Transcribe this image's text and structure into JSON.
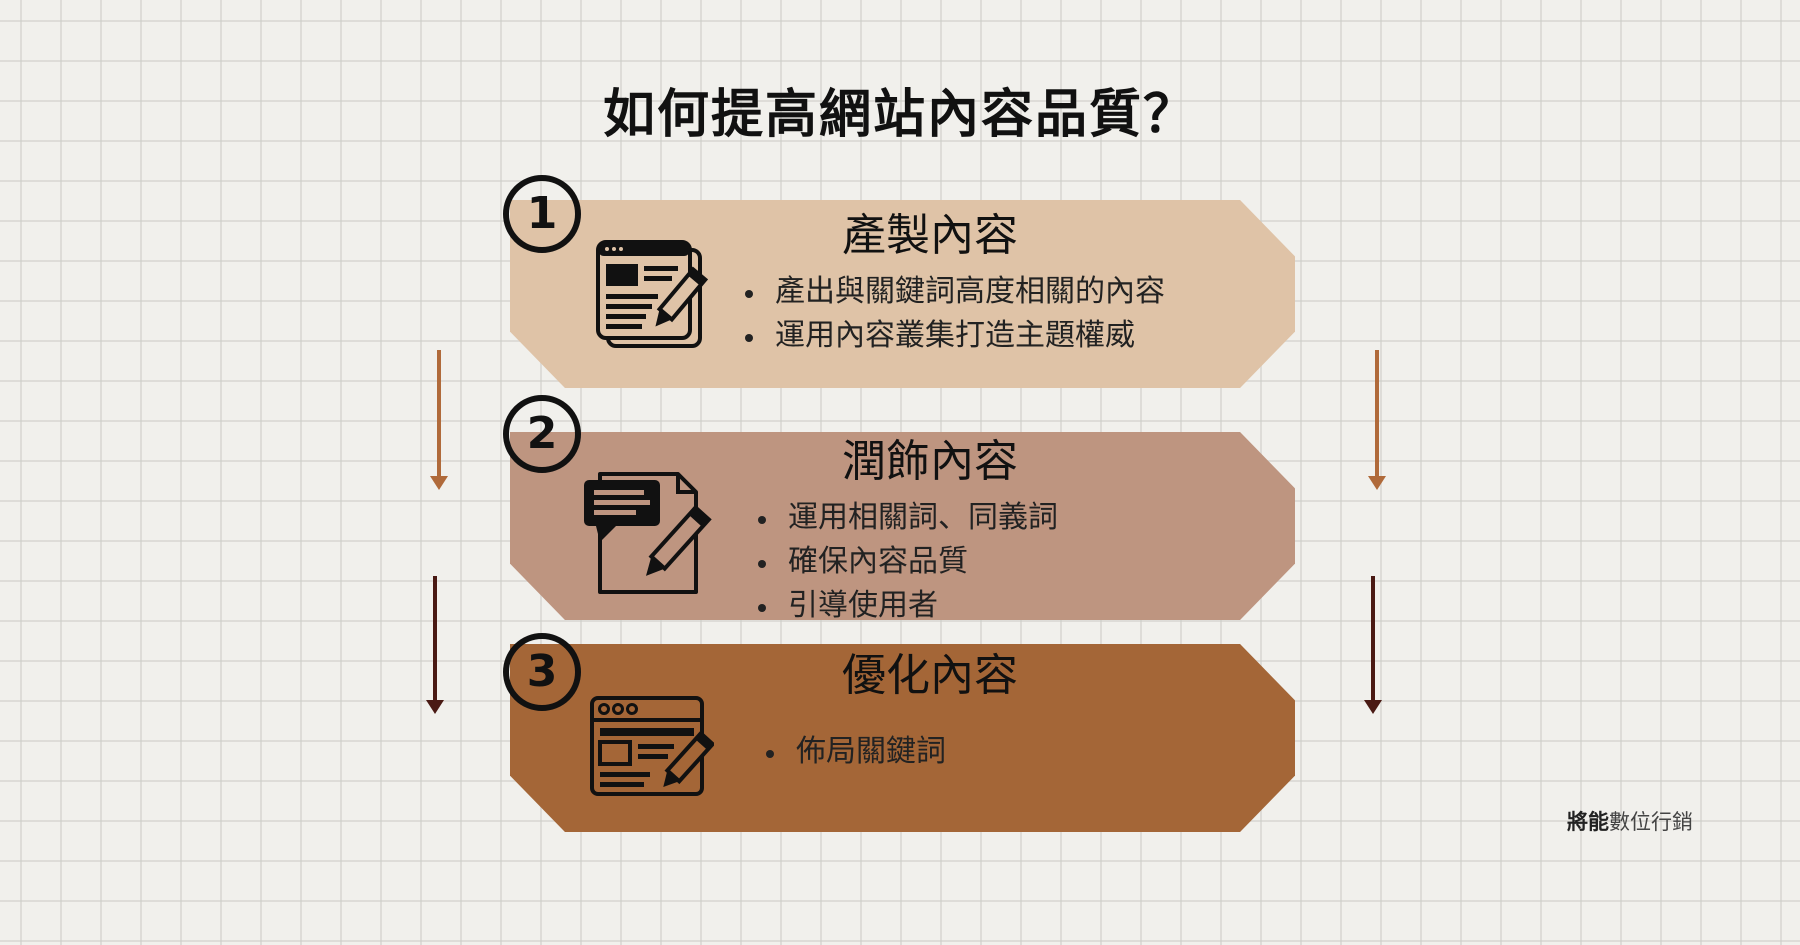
{
  "title": "如何提高網站內容品質？",
  "steps": [
    {
      "number": "1",
      "title": "產製內容",
      "icon": "web-article-edit-icon",
      "color": "#dfc3a7",
      "bullets": [
        "產出與關鍵詞高度相關的內容",
        "運用內容叢集打造主題權威"
      ]
    },
    {
      "number": "2",
      "title": "潤飾內容",
      "icon": "document-comment-pencil-icon",
      "color": "#be9580",
      "bullets": [
        "運用相關詞、同義詞",
        "確保內容品質",
        "引導使用者"
      ]
    },
    {
      "number": "3",
      "title": "優化內容",
      "icon": "browser-layout-edit-icon",
      "color": "#a46637",
      "bullets": [
        "佈局關鍵詞"
      ]
    }
  ],
  "arrow_colors": {
    "upper": "#b06a3a",
    "lower": "#4a1a14"
  },
  "brand": {
    "strong": "將能",
    "rest": "數位行銷"
  }
}
